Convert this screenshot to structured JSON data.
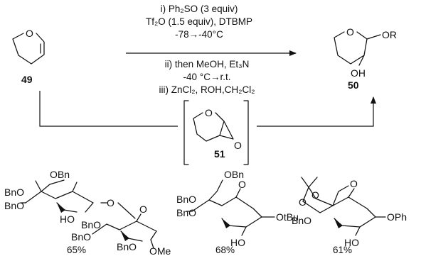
{
  "reaction": {
    "step1_line1": "i) Ph₂SO (3 equiv)",
    "step1_line2": "Tf₂O (1.5 equiv), DTBMP",
    "step1_line3": "-78→-40°C",
    "step2_line1": "ii) then MeOH, Et₃N",
    "step2_line2": "-40 °C→r.t.",
    "step3_line1": "iii) ZnCl₂, ROH,CH₂Cl₂"
  },
  "compounds": {
    "start": {
      "number": "49",
      "ring_o": "O"
    },
    "product": {
      "number": "50",
      "ring_o": "O",
      "oh": "OH",
      "or": "OR"
    },
    "intermediate": {
      "number": "51",
      "ring_o": "O",
      "epox_o": "O"
    }
  },
  "examples": [
    {
      "yield": "65%",
      "labels": [
        "OBn",
        "BnO",
        "BnO",
        "HO",
        "O",
        "BnO",
        "O",
        "BnO",
        "BnO",
        "OMe"
      ]
    },
    {
      "yield": "68%",
      "labels": [
        "OBn",
        "BnO",
        "BnO",
        "O",
        "HO",
        "OtBu"
      ]
    },
    {
      "yield": "61%",
      "labels": [
        "O",
        "O",
        "BnO",
        "O",
        "HO",
        "OPh"
      ]
    }
  ]
}
